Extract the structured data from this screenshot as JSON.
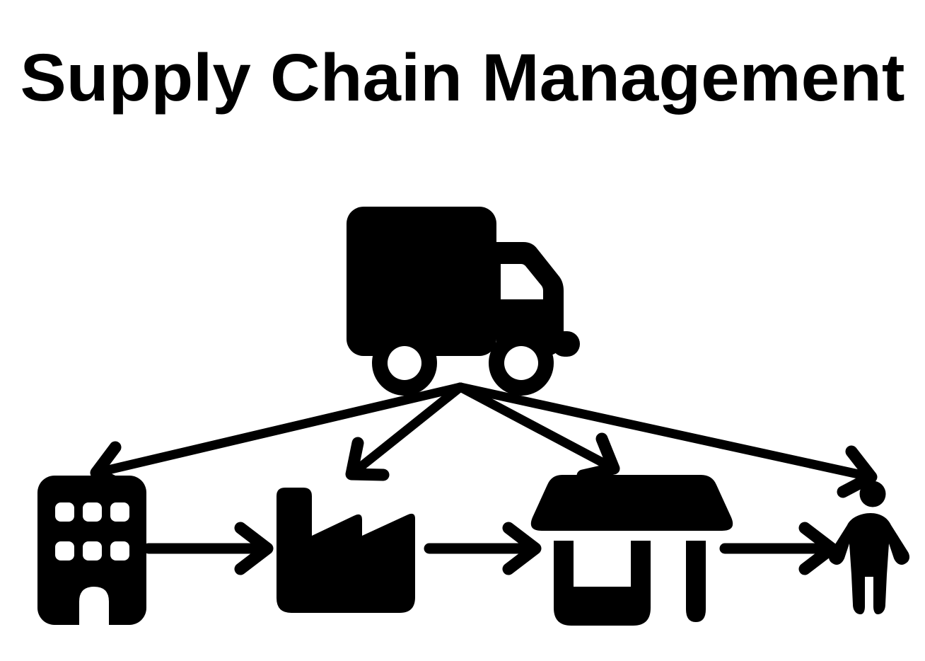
{
  "page": {
    "title": "Supply Chain Management",
    "background_color": "#ffffff",
    "ink_color": "#000000"
  },
  "diagram": {
    "nodes": [
      {
        "id": "logistics-truck",
        "icon": "delivery-truck-icon",
        "row": "top"
      },
      {
        "id": "supplier-building",
        "icon": "office-building-icon",
        "row": "bottom"
      },
      {
        "id": "factory",
        "icon": "factory-icon",
        "row": "bottom"
      },
      {
        "id": "store",
        "icon": "storefront-icon",
        "row": "bottom"
      },
      {
        "id": "customer",
        "icon": "person-icon",
        "row": "bottom"
      }
    ],
    "edges": [
      {
        "from": "logistics-truck",
        "to": "supplier-building",
        "style": "arrow"
      },
      {
        "from": "logistics-truck",
        "to": "factory",
        "style": "arrow"
      },
      {
        "from": "logistics-truck",
        "to": "store",
        "style": "arrow"
      },
      {
        "from": "logistics-truck",
        "to": "customer",
        "style": "arrow"
      },
      {
        "from": "supplier-building",
        "to": "factory",
        "style": "arrow"
      },
      {
        "from": "factory",
        "to": "store",
        "style": "arrow"
      },
      {
        "from": "store",
        "to": "customer",
        "style": "arrow"
      }
    ]
  }
}
